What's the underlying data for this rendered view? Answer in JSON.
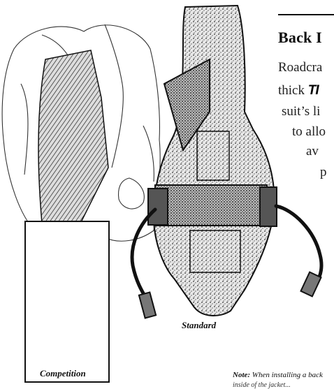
{
  "heading": "Back I",
  "body_lines": [
    "Roadcra",
    "thick",
    "suit’s li",
    "to allo",
    "av",
    "p"
  ],
  "brand_fragment": "TI",
  "captions": {
    "standard": "Standard",
    "competition": "Competition"
  },
  "note": {
    "label": "Note:",
    "text": "When installing a back",
    "second_line": "inside of the jacket..."
  }
}
